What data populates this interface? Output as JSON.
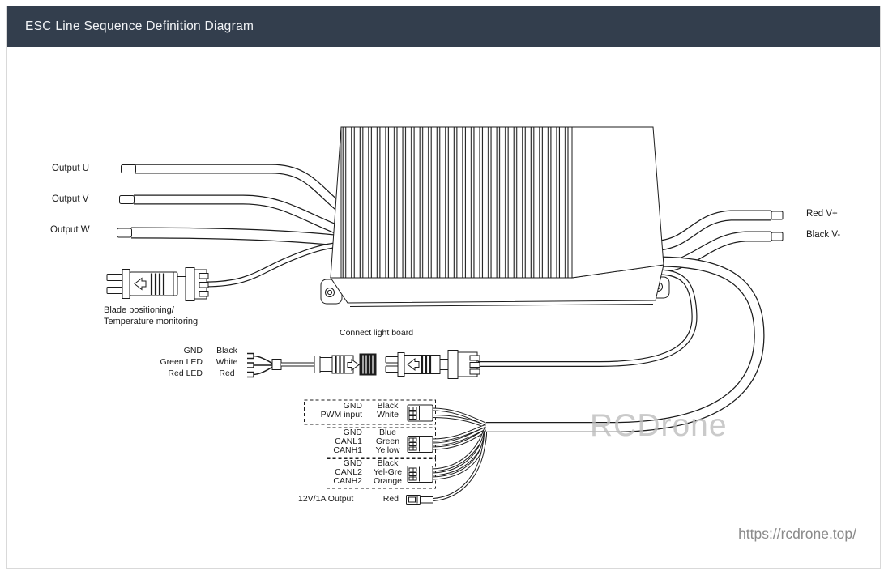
{
  "header": {
    "title": "ESC Line Sequence Definition Diagram",
    "bg_color": "#333e4d"
  },
  "left_outputs": {
    "u": "Output U",
    "v": "Output V",
    "w": "Output W"
  },
  "blade_label": "Blade positioning/\nTemperature monitoring",
  "light_board": {
    "title": "Connect light board",
    "rows": [
      {
        "signal": "GND",
        "color": "Black"
      },
      {
        "signal": "Green LED",
        "color": "White"
      },
      {
        "signal": "Red LED",
        "color": "Red"
      }
    ]
  },
  "connector_groups": [
    {
      "rows": [
        {
          "signal": "GND",
          "color": "Black"
        },
        {
          "signal": "PWM input",
          "color": "White"
        }
      ]
    },
    {
      "rows": [
        {
          "signal": "GND",
          "color": "Blue"
        },
        {
          "signal": "CANL1",
          "color": "Green"
        },
        {
          "signal": "CANH1",
          "color": "Yellow"
        }
      ]
    },
    {
      "rows": [
        {
          "signal": "GND",
          "color": "Black"
        },
        {
          "signal": "CANL2",
          "color": "Yel-Gre"
        },
        {
          "signal": "CANH2",
          "color": "Orange"
        }
      ]
    }
  ],
  "aux_output": {
    "label": "12V/1A Output",
    "color": "Red"
  },
  "power": {
    "positive": "Red V+",
    "negative": "Black V-"
  },
  "watermark": "RCDrone",
  "url": "https://rcdrone.top/"
}
